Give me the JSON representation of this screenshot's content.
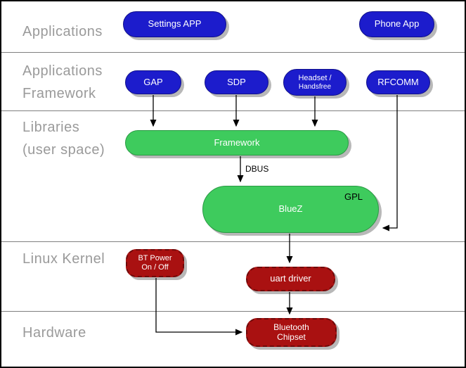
{
  "diagram": {
    "layer_labels": {
      "applications": "Applications",
      "app_framework_line1": "Applications",
      "app_framework_line2": "Framework",
      "libraries_line1": "Libraries",
      "libraries_line2": "(user space)",
      "linux_kernel": "Linux Kernel",
      "hardware": "Hardware"
    },
    "nodes": {
      "settings_app": "Settings APP",
      "phone_app": "Phone App",
      "gap": "GAP",
      "sdp": "SDP",
      "headset_line1": "Headset /",
      "headset_line2": "Handsfree",
      "rfcomm": "RFCOMM",
      "framework": "Framework",
      "bluez": "BlueZ",
      "bt_power_line1": "BT Power",
      "bt_power_line2": "On / Off",
      "uart_driver": "uart driver",
      "chipset_line1": "Bluetooth",
      "chipset_line2": "Chipset"
    },
    "annotations": {
      "dbus": "DBUS",
      "gpl": "GPL"
    },
    "colors": {
      "application_box_blue": "#1c1ccc",
      "userspace_box_green": "#3ecb5d",
      "kernel_box_red": "#a91111",
      "layer_label_gray": "#9a9a9a",
      "shadow_gray": "#b8b8b8"
    }
  }
}
